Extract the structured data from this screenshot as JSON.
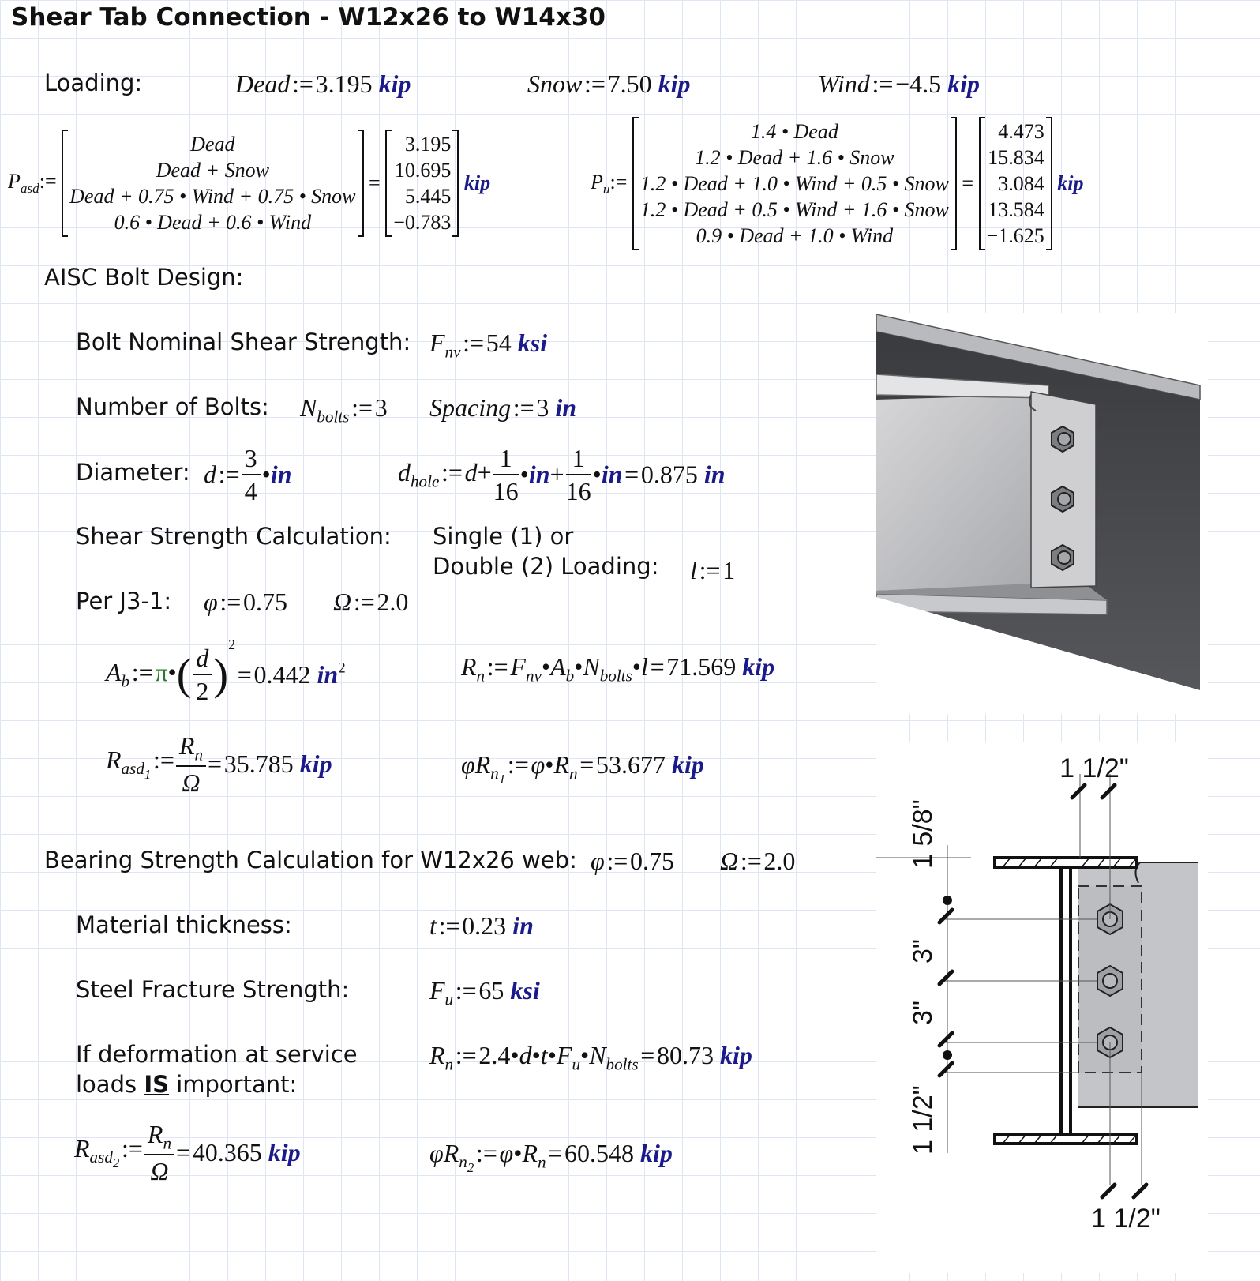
{
  "title": "Shear Tab Connection - W12x26 to W14x30",
  "loading": {
    "label": "Loading:",
    "dead": {
      "name": "Dead",
      "value": "3.195",
      "unit": "kip"
    },
    "snow": {
      "name": "Snow",
      "value": "7.50",
      "unit": "kip"
    },
    "wind": {
      "name": "Wind",
      "value": "−4.5",
      "unit": "kip"
    }
  },
  "pasd": {
    "symbol": "P",
    "sub": "asd",
    "expr": [
      "Dead",
      "Dead + Snow",
      "Dead + 0.75 • Wind + 0.75 • Snow",
      "0.6 • Dead + 0.6 • Wind"
    ],
    "values": [
      "3.195",
      "10.695",
      "5.445",
      "−0.783"
    ],
    "unit": "kip"
  },
  "pu": {
    "symbol": "P",
    "sub": "u",
    "expr": [
      "1.4 • Dead",
      "1.2 • Dead + 1.6 • Snow",
      "1.2 • Dead + 1.0 • Wind + 0.5 • Snow",
      "1.2 • Dead + 0.5 • Wind + 1.6 • Snow",
      "0.9 • Dead + 1.0 • Wind"
    ],
    "values": [
      "4.473",
      "15.834",
      "3.084",
      "13.584",
      "−1.625"
    ],
    "unit": "kip"
  },
  "bolt": {
    "section": "AISC Bolt Design:",
    "fnv_label": "Bolt Nominal Shear Strength:",
    "fnv_value": "54",
    "fnv_unit": "ksi",
    "nbolts_label": "Number of Bolts:",
    "nbolts_value": "3",
    "spacing_name": "Spacing",
    "spacing_value": "3",
    "spacing_unit": "in",
    "diameter_label": "Diameter:",
    "d_num": "3",
    "d_den": "4",
    "d_unit": "in",
    "dhole_num": "1",
    "dhole_den": "16",
    "dhole_result": "0.875",
    "dhole_unit": "in",
    "shear_label": "Shear Strength Calculation:",
    "loading_line1": "Single (1) or",
    "loading_line2": "Double (2) Loading:",
    "l_value": "1",
    "per_label": "Per J3-1:",
    "phi": "0.75",
    "omega": "2.0",
    "ab_result": "0.442",
    "ab_unit": "in",
    "rn_result": "71.569",
    "rn_unit": "kip",
    "rasd1_result": "35.785",
    "rasd1_unit": "kip",
    "phirn1_result": "53.677",
    "phirn1_unit": "kip"
  },
  "bearing": {
    "label": "Bearing Strength Calculation for W12x26 web:",
    "phi": "0.75",
    "omega": "2.0",
    "t_label": "Material thickness:",
    "t_value": "0.23",
    "t_unit": "in",
    "fu_label": "Steel Fracture Strength:",
    "fu_value": "65",
    "fu_unit": "ksi",
    "deform_line1": "If deformation at service",
    "deform_line2_pre": "loads",
    "deform_line2_is": "IS",
    "deform_line2_post": "important:",
    "rn_coef": "2.4",
    "rn_result": "80.73",
    "rn_unit": "kip",
    "rasd2_result": "40.365",
    "rasd2_unit": "kip",
    "phirn2_result": "60.548",
    "phirn2_unit": "kip"
  },
  "dims": {
    "top": "1 1/2\"",
    "edge_top": "1 5/8\"",
    "space1": "3\"",
    "space2": "3\"",
    "edge_bottom": "1 1/2\"",
    "bottom": "1 1/2\""
  },
  "colors": {
    "unit": "#1a1a8a",
    "pi": "#2c7a2c",
    "grid": "#dfe6f3"
  }
}
